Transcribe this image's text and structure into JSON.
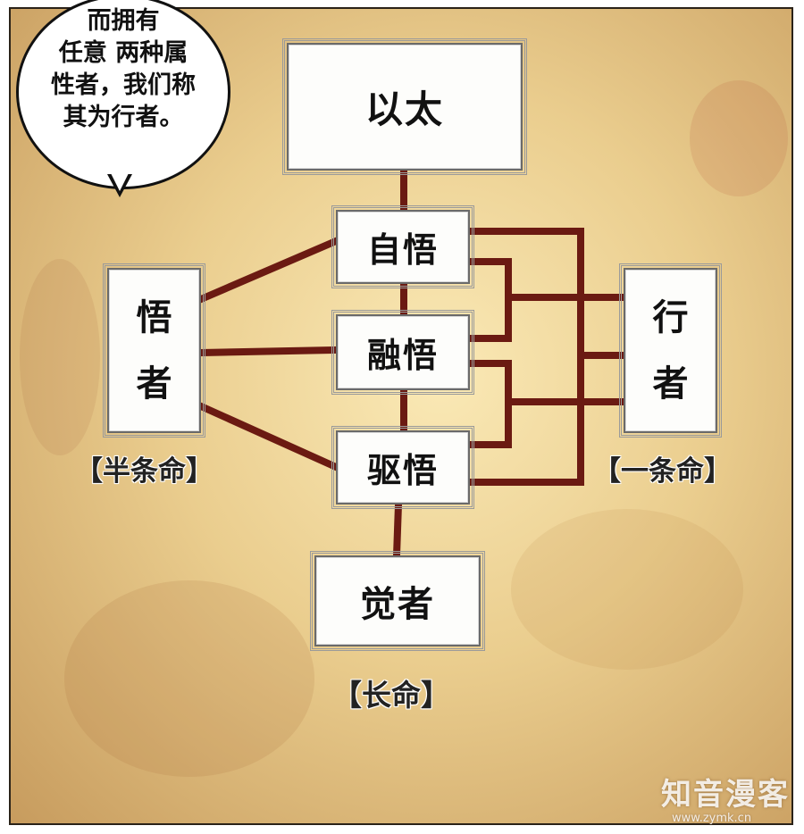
{
  "speech_bubble": {
    "lines": [
      "而拥有",
      "任意 两种属",
      "性者，我们称",
      "其为行者。"
    ]
  },
  "nodes": {
    "top": "以太",
    "self_enlightenment": "自悟",
    "fusion_enlightenment": "融悟",
    "drive_enlightenment": "驱悟",
    "awakened": "觉者",
    "enlightened_one": [
      "悟",
      "者"
    ],
    "practitioner": [
      "行",
      "者"
    ]
  },
  "notes": {
    "enlightened_one_life": "【半条命】",
    "practitioner_life": "【一条命】",
    "awakened_life": "【长命】"
  },
  "watermark": {
    "logo": "知音漫客",
    "url": "www.zymk.cn"
  },
  "colors": {
    "connector": "#6b1a12",
    "parchment": "#e8c98a",
    "box_fill": "#fdfdfb"
  }
}
